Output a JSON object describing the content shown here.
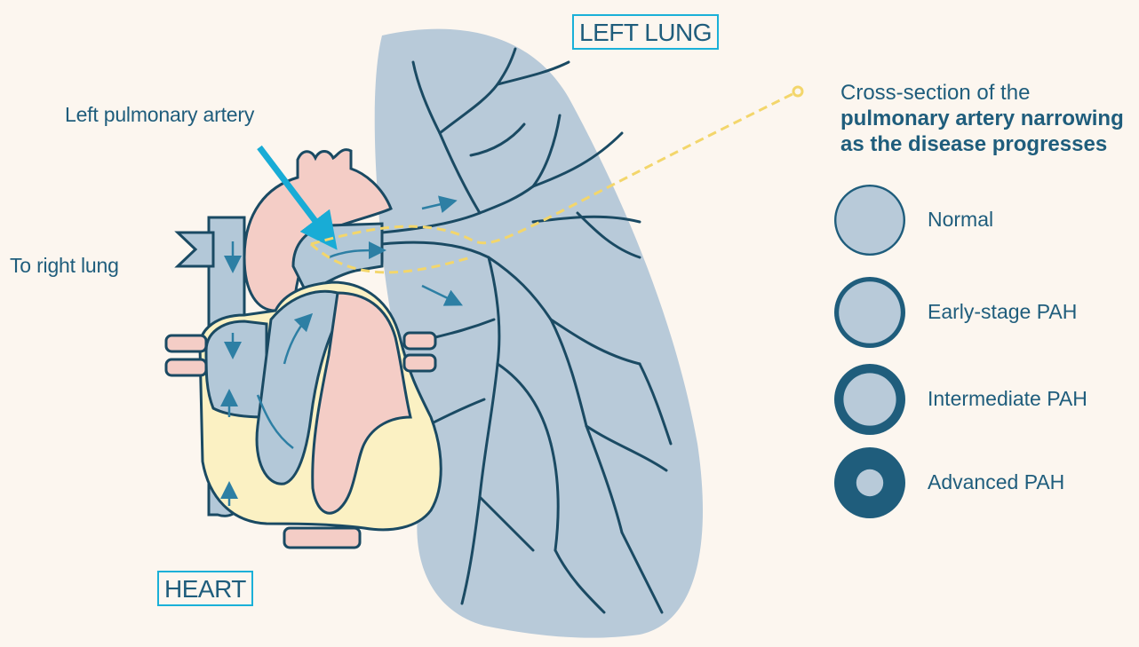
{
  "labels": {
    "left_lung": "LEFT LUNG",
    "heart": "HEART",
    "left_pulmonary_artery": "Left pulmonary artery",
    "to_right_lung": "To right lung"
  },
  "legend": {
    "title_plain": "Cross-section of the",
    "title_bold_line1": "pulmonary artery narrowing",
    "title_bold_line2": "as the disease progresses",
    "items": [
      {
        "label": "Normal",
        "wall_thickness": 0.06
      },
      {
        "label": "Early-stage PAH",
        "wall_thickness": 0.13
      },
      {
        "label": "Intermediate PAH",
        "wall_thickness": 0.26
      },
      {
        "label": "Advanced PAH",
        "wall_thickness": 0.62
      }
    ]
  },
  "colors": {
    "background": "#fcf6ef",
    "lung_fill": "#b8cad9",
    "outline": "#1a4a63",
    "heart_pink": "#f4cdc6",
    "heart_yellow": "#fbf1c3",
    "heart_blue": "#b3c8d8",
    "arrow_cyan": "#18acd6",
    "flow_arrow": "#2d7fa4",
    "dashed_leader": "#f3d66b",
    "text": "#1f5d7c"
  }
}
